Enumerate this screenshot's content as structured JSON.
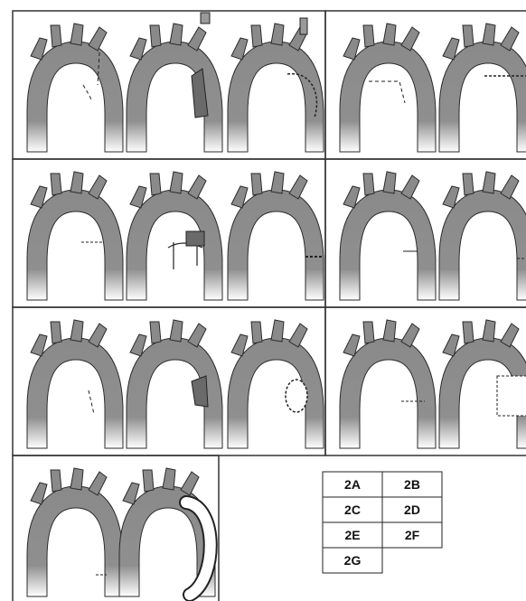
{
  "figure": {
    "panels": [
      {
        "id": "2A",
        "variants": [
          "arch-dissection",
          "arch-patch",
          "arch-flap"
        ]
      },
      {
        "id": "2B",
        "variants": [
          "arch-step",
          "arch-suture"
        ]
      },
      {
        "id": "2C",
        "variants": [
          "arch-coarct",
          "arch-ligature",
          "arch-resection"
        ]
      },
      {
        "id": "2D",
        "variants": [
          "arch-kink",
          "arch-anastomosis"
        ]
      },
      {
        "id": "2E",
        "variants": [
          "arch-flap",
          "arch-patch",
          "arch-oval-patch"
        ]
      },
      {
        "id": "2F",
        "variants": [
          "arch-stenosis",
          "arch-interposition"
        ]
      },
      {
        "id": "2G",
        "variants": [
          "arch-narrow",
          "arch-bypass"
        ]
      }
    ],
    "legend": [
      [
        "2A",
        "2B"
      ],
      [
        "2C",
        "2D"
      ],
      [
        "2E",
        "2F"
      ],
      [
        "2G",
        ""
      ]
    ],
    "colors": {
      "vessel": "#8a8a8a",
      "outline": "#2b2b2b",
      "patch": "#6a6a6a",
      "graft": "#ffffff",
      "border": "#333333"
    }
  }
}
